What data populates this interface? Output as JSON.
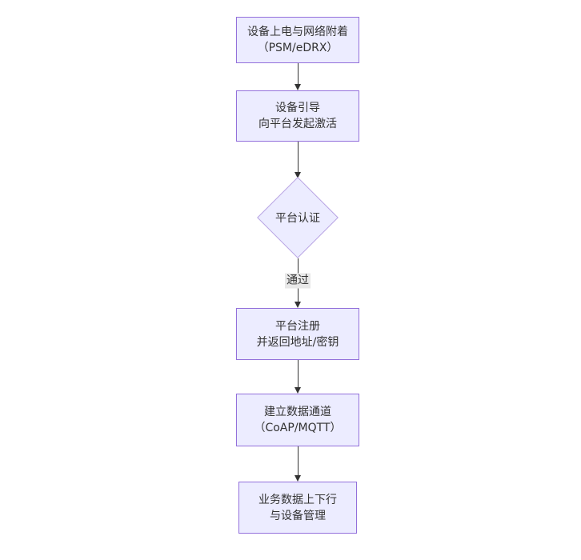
{
  "flowchart": {
    "type": "flowchart-top-down",
    "colors": {
      "background": "#ffffff",
      "node_fill": "#ECECFF",
      "node_border": "#9370DB",
      "diamond_border": "#B7A3E3",
      "arrow": "#333333",
      "edge_label_bg": "#e8e8e8",
      "text": "#333333"
    },
    "nodes": [
      {
        "id": "power-attach",
        "shape": "rect",
        "lines": [
          "设备上电与网络附着",
          "（PSM/eDRX）"
        ]
      },
      {
        "id": "bootstrap",
        "shape": "rect",
        "lines": [
          "设备引导",
          "向平台发起激活"
        ]
      },
      {
        "id": "platform-auth",
        "shape": "diamond",
        "lines": [
          "平台认证"
        ]
      },
      {
        "id": "register",
        "shape": "rect",
        "lines": [
          "平台注册",
          "并返回地址/密钥"
        ]
      },
      {
        "id": "data-channel",
        "shape": "rect",
        "lines": [
          "建立数据通道",
          "（CoAP/MQTT）"
        ]
      },
      {
        "id": "business-data",
        "shape": "rect",
        "lines": [
          "业务数据上下行",
          "与设备管理"
        ]
      }
    ],
    "edges": [
      {
        "from": "power-attach",
        "to": "bootstrap",
        "label": ""
      },
      {
        "from": "bootstrap",
        "to": "platform-auth",
        "label": ""
      },
      {
        "from": "platform-auth",
        "to": "register",
        "label": "通过"
      },
      {
        "from": "register",
        "to": "data-channel",
        "label": ""
      },
      {
        "from": "data-channel",
        "to": "business-data",
        "label": ""
      }
    ]
  }
}
